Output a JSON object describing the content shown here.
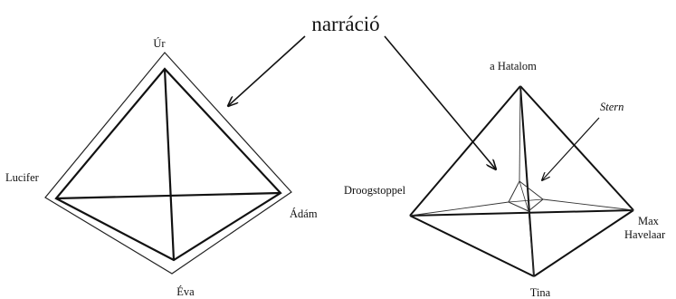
{
  "title": "narráció",
  "left_diagram": {
    "top": "Úr",
    "left": "Lucifer",
    "right": "Ádám",
    "bottom": "Éva"
  },
  "right_diagram": {
    "top": "a Hatalom",
    "left": "Droogstoppel",
    "right_line1": "Max",
    "right_line2": "Havelaar",
    "bottom": "Tina",
    "inner": "Stern"
  }
}
